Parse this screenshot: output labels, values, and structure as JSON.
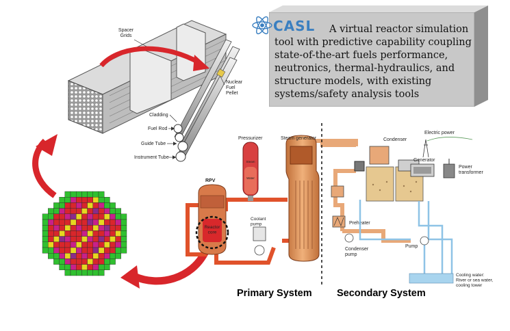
{
  "callout": {
    "logo_text": "CASL",
    "description": "A virtual reactor simulation tool with predictive capability coupling state-of-the-art fuels performance, neutronics, thermal-hydraulics, and structure models, with existing systems/safety analysis tools"
  },
  "fuel_assembly": {
    "labels": {
      "spacer_grids": "Spacer\nGrids",
      "nuclear_fuel_pellet": "Nuclear\nFuel\nPellet",
      "cladding": "Cladding",
      "fuel_rod": "Fuel Rod",
      "guide_tube": "Guide Tube",
      "instrument_tube": "Instrument Tube"
    }
  },
  "plant": {
    "labels": {
      "pressurizer": "Pressurizer",
      "steam_generator": "Steam generator",
      "condenser": "Condenser",
      "electric_power": "Electric power",
      "generator": "Generator",
      "power_transformer": "Power\ntransformer",
      "rpv": "RPV",
      "reactor_core": "Reactor\ncore",
      "coolant_pump": "Coolant\npump",
      "preheater": "Preheater",
      "condenser_pump": "Condenser\npump",
      "pump": "Pump",
      "cooling_water": "Cooling water:\nRiver or sea water,\ncooling tower",
      "steam": "Steam",
      "water": "Water"
    },
    "primary_system": "Primary System",
    "secondary_system": "Secondary System"
  },
  "colors": {
    "primary_loop": "#e0522b",
    "secondary_loop": "#e8a878",
    "cooling_loop": "#8ec3e6",
    "arrow_red": "#d8262b",
    "callout_bg": "#c8c8c8",
    "logo_blue": "#3a7fc0"
  }
}
